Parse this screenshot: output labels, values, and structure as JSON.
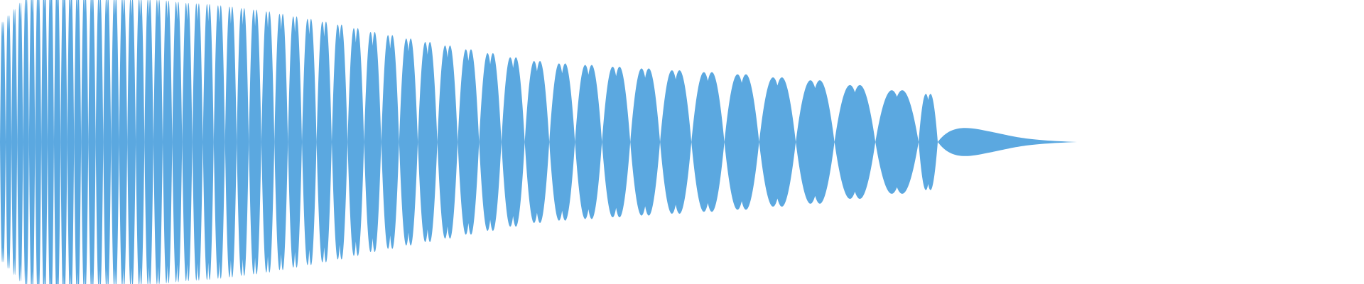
{
  "colors": {
    "background": "#ffffff",
    "waveform_fill": "#5ba8e0"
  },
  "chart_data": {
    "type": "area",
    "title": "",
    "xlabel": "",
    "ylabel": "",
    "ylim": [
      -1,
      1
    ],
    "grid": false,
    "legend": "none",
    "description_note": "",
    "series": [
      {
        "x": [
          0,
          0.024,
          0.049,
          0.073,
          0.098,
          0.122,
          0.146,
          0.171,
          0.195,
          0.22,
          0.244,
          0.268,
          0.293,
          0.317,
          0.342,
          0.366,
          0.39,
          0.415,
          0.439,
          0.464,
          0.488,
          0.512,
          0.537,
          0.561,
          0.585,
          0.61,
          0.634,
          0.659,
          0.683,
          0.707,
          0.732,
          0.756,
          0.78,
          0.805,
          0.829,
          0.854,
          0.878,
          0.902,
          0.927,
          0.951,
          0.976,
          1.0
        ],
        "values": [
          0.74,
          0.92,
          0.98,
          0.94,
          0.92,
          0.91,
          0.9,
          0.88,
          0.87,
          0.85,
          0.83,
          0.8,
          0.77,
          0.74,
          0.7,
          0.67,
          0.64,
          0.61,
          0.58,
          0.55,
          0.52,
          0.5,
          0.49,
          0.48,
          0.47,
          0.46,
          0.45,
          0.44,
          0.43,
          0.42,
          0.4,
          0.39,
          0.37,
          0.35,
          0.33,
          0.31,
          0.29,
          0.27,
          0.25,
          0.24,
          0.23,
          0.22
        ]
      }
    ]
  }
}
